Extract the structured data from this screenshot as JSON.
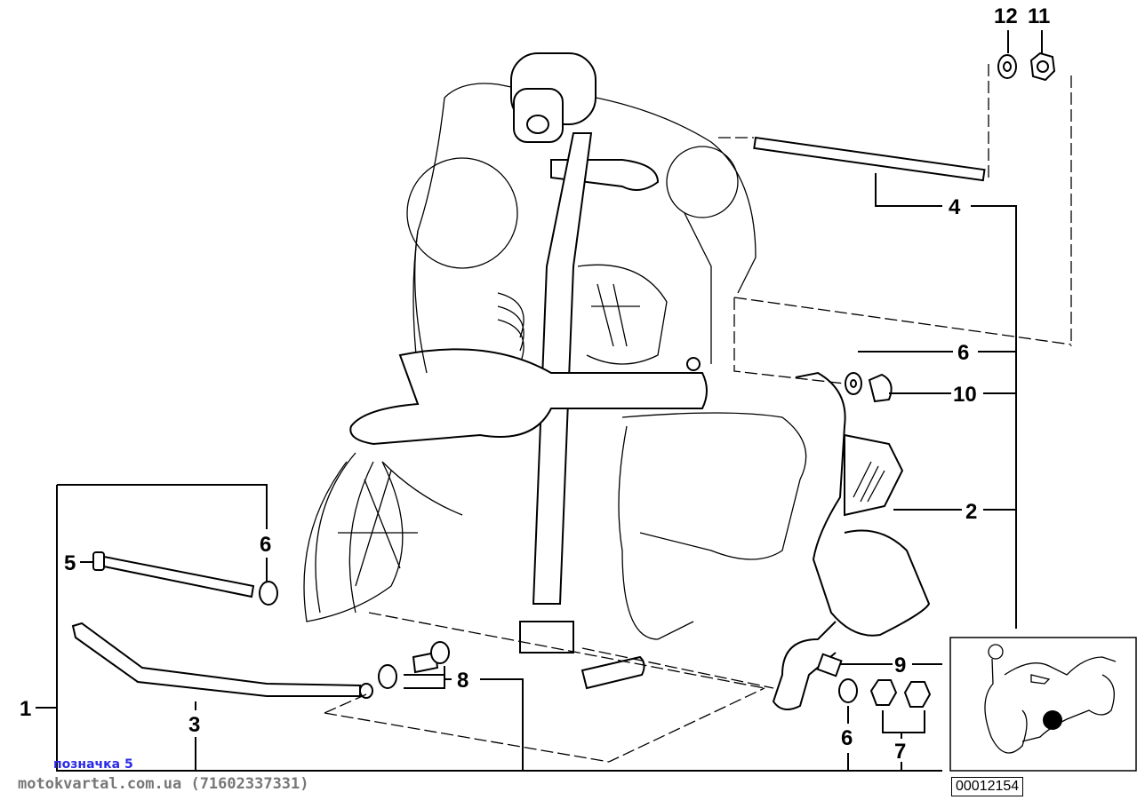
{
  "diagram": {
    "callouts": {
      "c12": "12",
      "c11": "11",
      "c4": "4",
      "c6a": "6",
      "c10": "10",
      "c2": "2",
      "c9": "9",
      "c7": "7",
      "c6b": "6",
      "c8": "8",
      "c3": "3",
      "c1": "1",
      "c5": "5",
      "c6c": "6"
    },
    "diagram_code": "00012154"
  },
  "overlay": {
    "marker_label": "позначка 5",
    "watermark": "motokvartal.com.ua (71602337331)"
  }
}
